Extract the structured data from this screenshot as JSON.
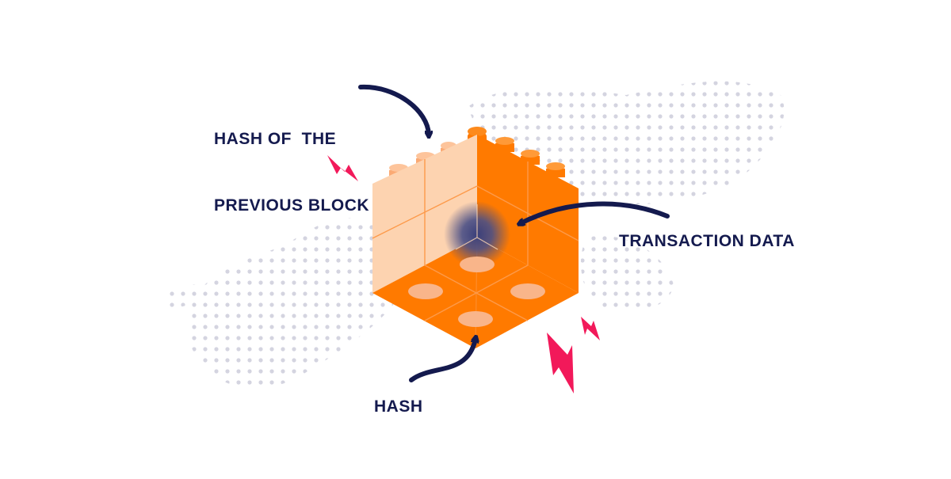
{
  "labels": {
    "previous_hash_line1": "HASH OF  THE",
    "previous_hash_line2": "PREVIOUS BLOCK",
    "transaction_data": "TRANSACTION DATA",
    "hash": "HASH"
  },
  "colors": {
    "text": "#141a4e",
    "arrow": "#141a4e",
    "block_light": "#fdd3b0",
    "block_mid": "#ff7a00",
    "block_dark": "#fd8a1c",
    "stud": "#f9b58a",
    "lightning": "#f2195a",
    "dots": "#d4d4e0",
    "core": "#3a3f7a"
  }
}
